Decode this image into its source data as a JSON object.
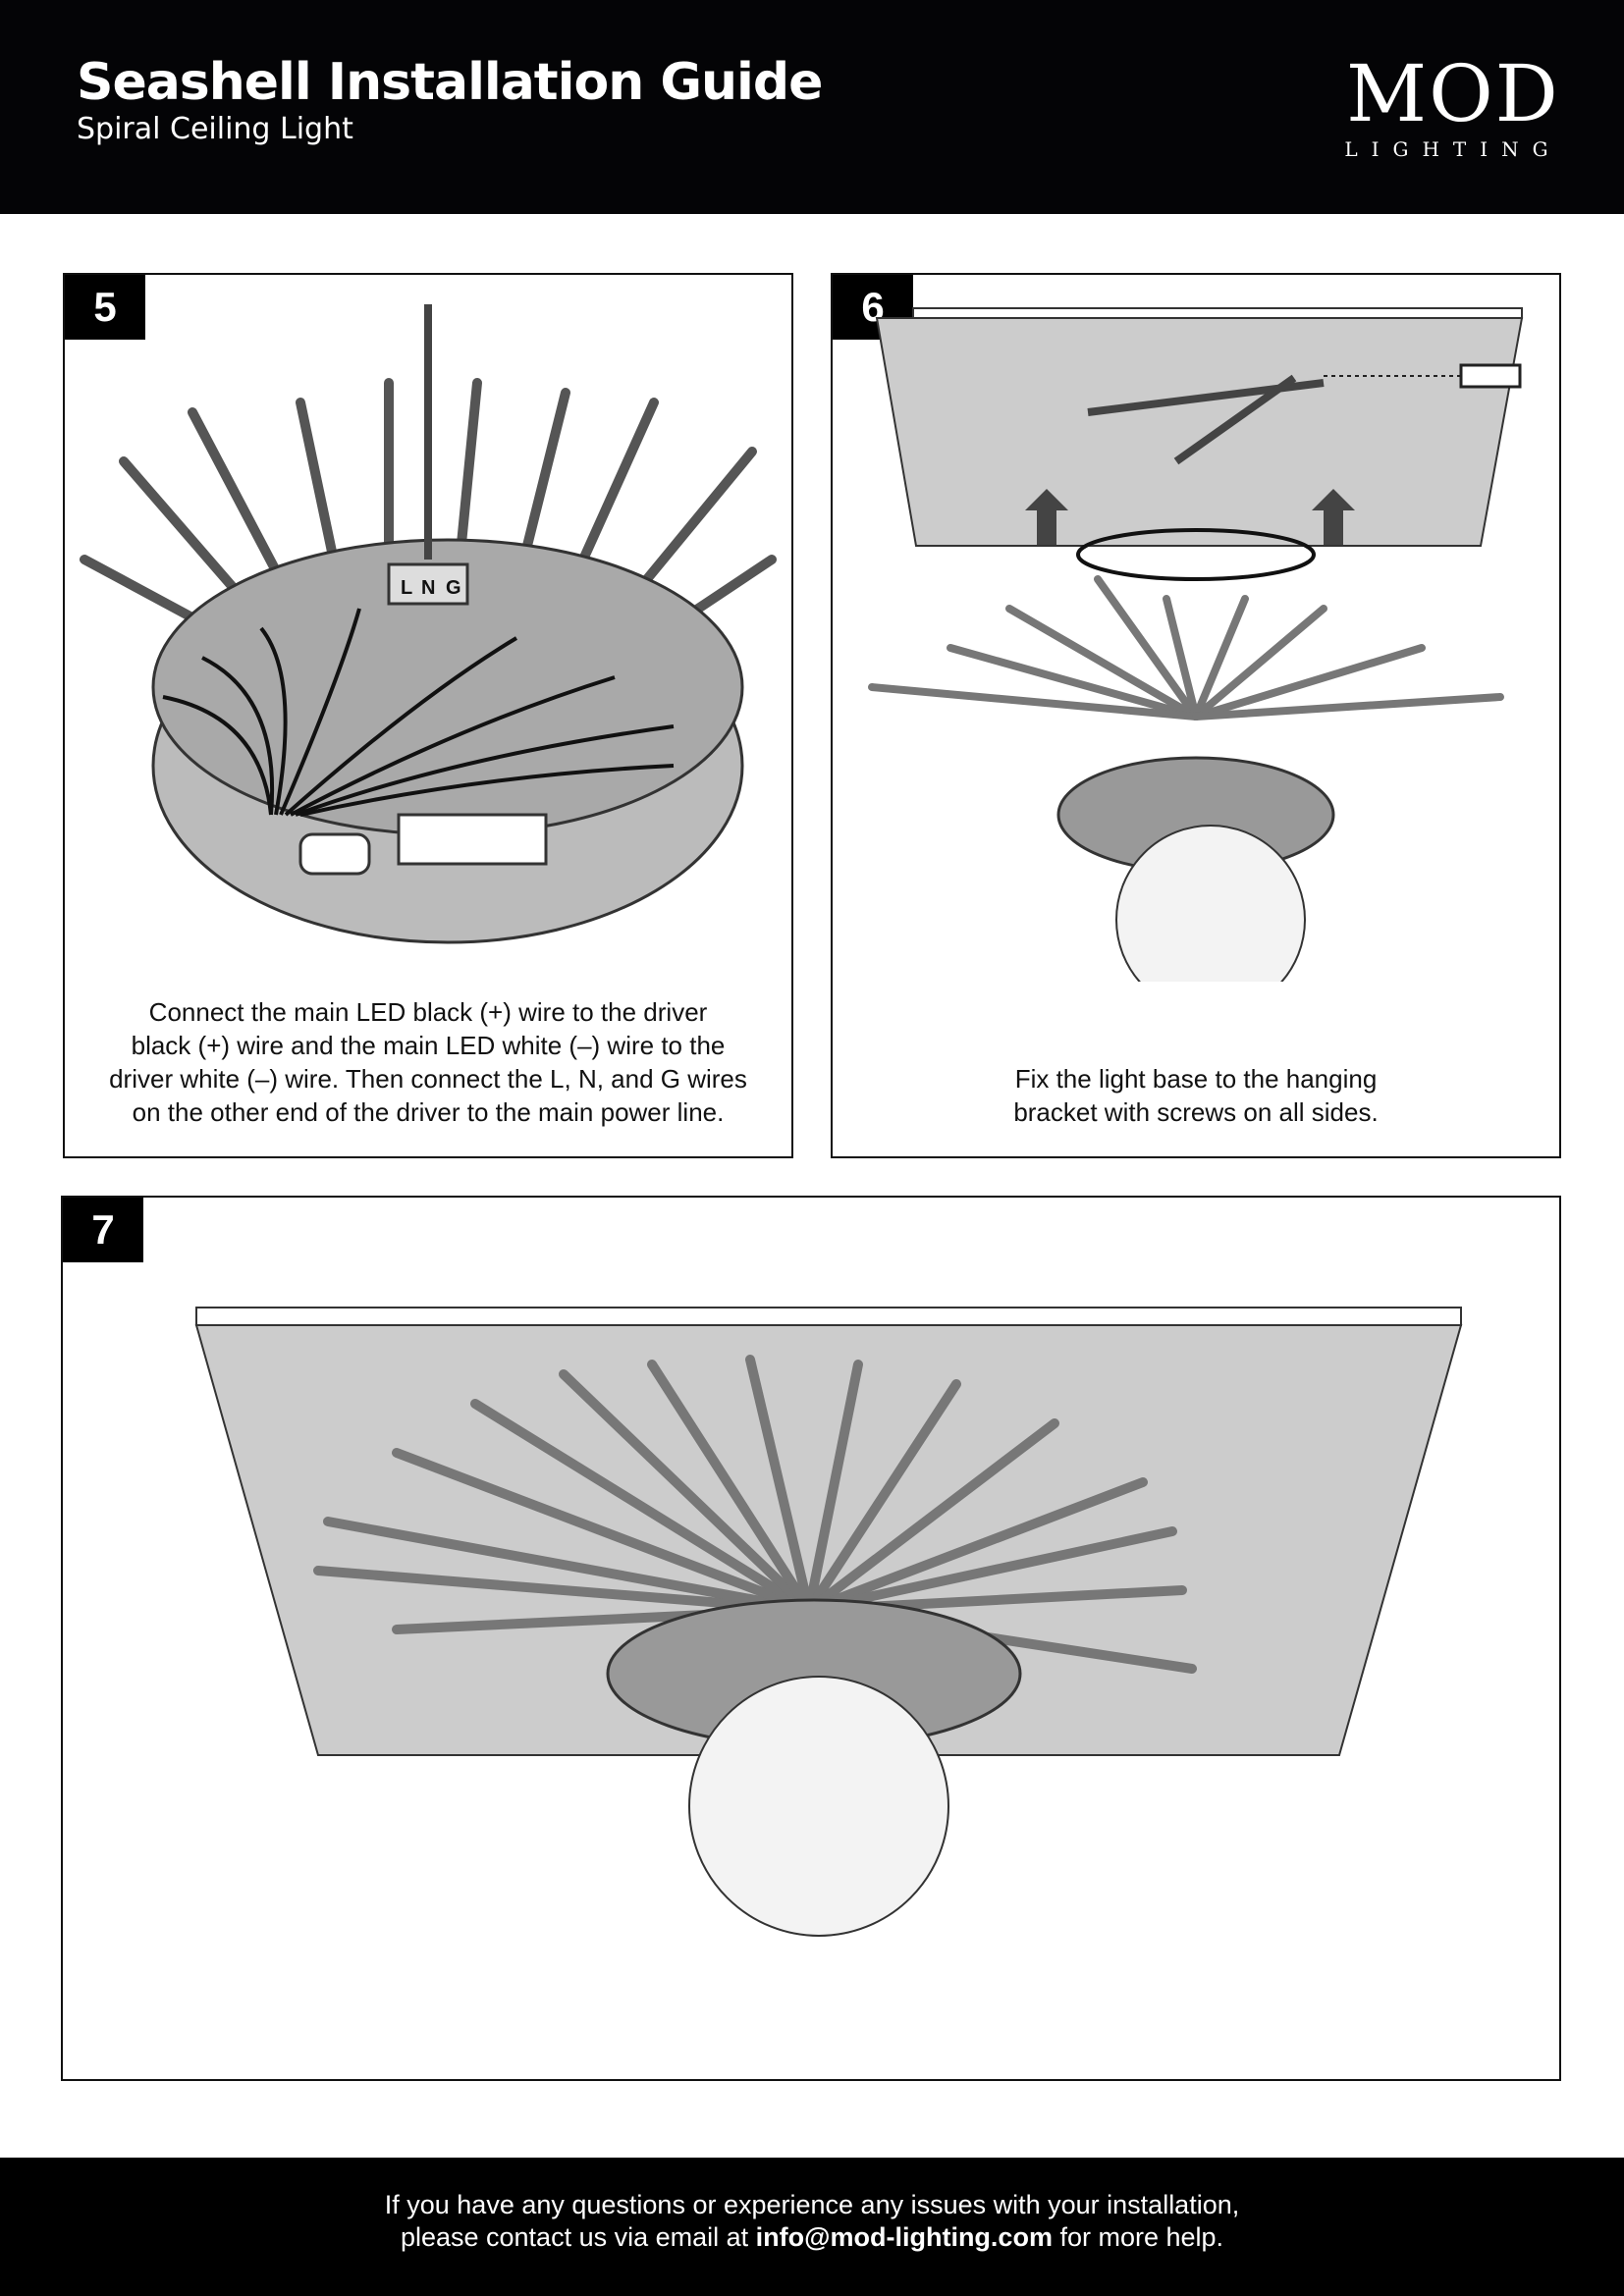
{
  "header": {
    "title": "Seashell Installation Guide",
    "subtitle": "Spiral Ceiling Light",
    "logo_main": "MOD",
    "logo_sub": "LIGHTING"
  },
  "steps": [
    {
      "number": "5",
      "caption": [
        "Connect the main LED black (+) wire to the driver",
        "black (+) wire and the main LED white (–) wire to the",
        "driver white (–) wire. Then connect the L, N, and G wires",
        "on the other end of the driver to the main power line."
      ],
      "labels": [
        "L",
        "N",
        "G"
      ]
    },
    {
      "number": "6",
      "caption": [
        "Fix the light base to the hanging",
        "bracket with screws on all sides."
      ]
    },
    {
      "number": "7"
    }
  ],
  "footer": {
    "line1": "If you have any questions or experience any issues with your installation,",
    "line2_pre": "please contact us via email at",
    "email": "info@mod-lighting.com",
    "line2_post": "for more help."
  }
}
